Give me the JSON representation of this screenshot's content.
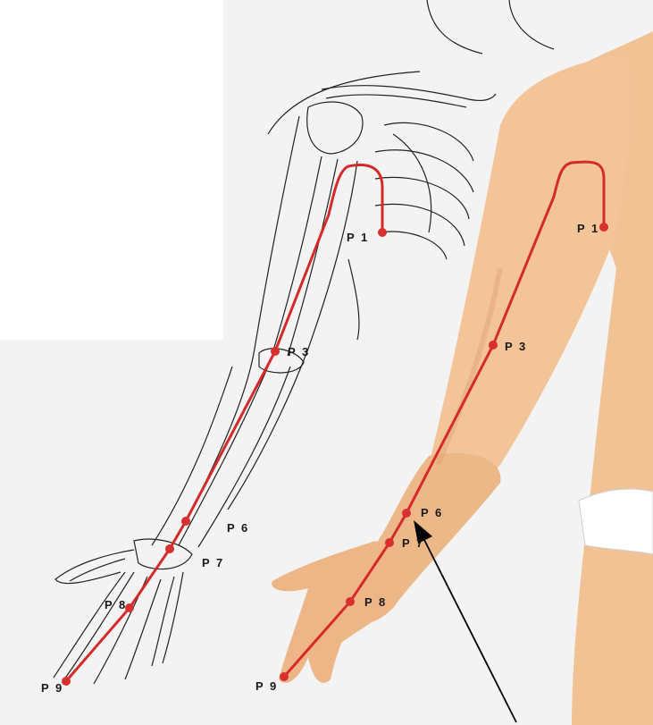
{
  "colors": {
    "meridian": "#d42a2a",
    "point": "#d8302f",
    "skin_light": "#f4c79b",
    "skin_mid": "#eab183",
    "skin_shadow": "#d99a6a",
    "outline": "#222222",
    "panel_bg": "#f2f2f2",
    "pointer": "#000000"
  },
  "skeleton_view": {
    "points": [
      "P 1",
      "P 3",
      "P 6",
      "P 7",
      "P 8",
      "P 9"
    ]
  },
  "photo_view": {
    "points": [
      "P 1",
      "P 3",
      "P 6",
      "P 7",
      "P 8",
      "P 9"
    ]
  },
  "pointer_target": "P 6"
}
